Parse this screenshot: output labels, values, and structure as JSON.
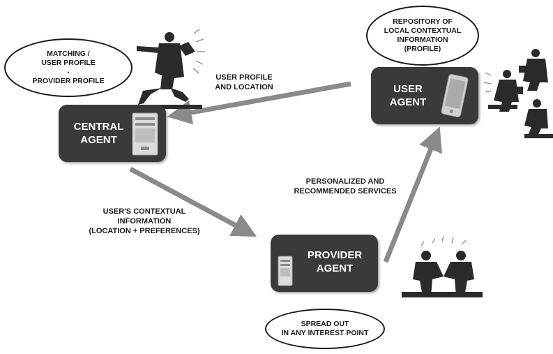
{
  "agents": {
    "central": {
      "label": "CENTRAL\nAGENT"
    },
    "user": {
      "label": "USER\nAGENT"
    },
    "provider": {
      "label": "PROVIDER\nAGENT"
    }
  },
  "bubbles": {
    "matching": "MATCHING /\nUSER PROFILE\n-\nPROVIDER PROFILE",
    "repository": "REPOSITORY OF\nLOCAL CONTEXTUAL\nINFORMATION\n(PROFILE)",
    "spread": "SPREAD OUT\nIN ANY INTEREST POINT"
  },
  "flows": {
    "user_to_central": "USER PROFILE\nAND LOCATION",
    "central_to_provider": "USER'S CONTEXTUAL\nINFORMATION\n(LOCATION + PREFERENCES)",
    "provider_to_user": "PERSONALIZED AND\nRECOMMENDED SERVICES"
  },
  "colors": {
    "box": "#3a3a3a",
    "arrow": "#8a8a8a",
    "figure": "#2a2a2a"
  }
}
